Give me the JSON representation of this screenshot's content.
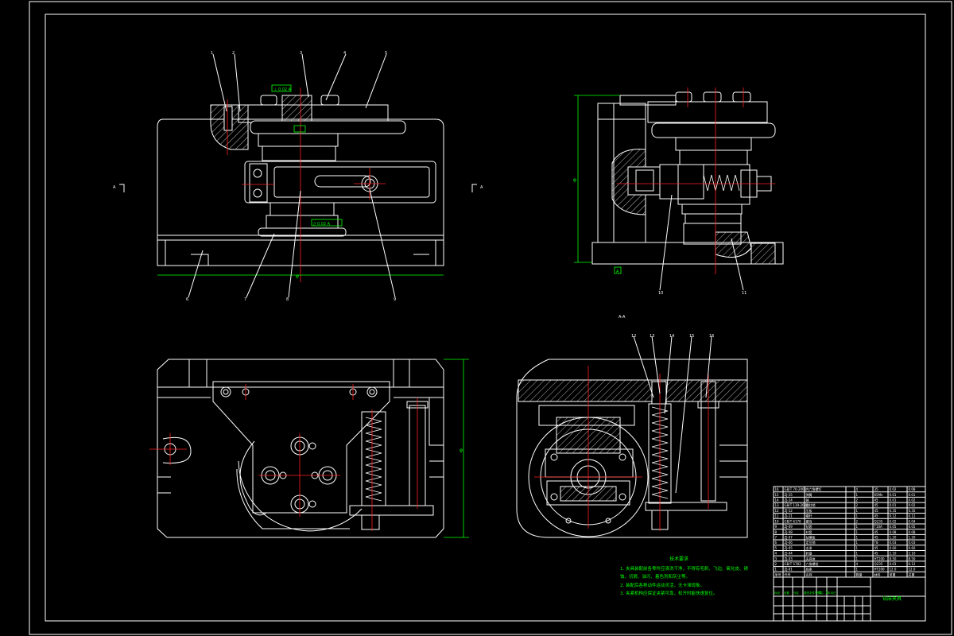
{
  "colors": {
    "background": "#000000",
    "outline": "#ffffff",
    "centerline": "#ff2020",
    "dimension": "#00ff00"
  },
  "section_marker": "A-A",
  "section_cut_left": "A",
  "section_cut_right": "A",
  "datum_label": "A",
  "tolerance_frame_top": "⊥ 0.02 A",
  "tolerance_frame_mid": "// 0.02 A",
  "dim_front_width": "φ",
  "dim_side_height": "φ",
  "dim_top_height": "φ",
  "callouts_front_top": [
    "1",
    "2",
    "3",
    "4",
    "5"
  ],
  "callouts_front_bottom": [
    "6",
    "7",
    "8",
    "9"
  ],
  "callouts_side": [
    "10",
    "11"
  ],
  "callouts_section": [
    "12",
    "13",
    "14",
    "15",
    "16"
  ],
  "tech_req_title": "技术要求",
  "tech_req_lines": [
    "1. 夹具装配前各零件应清洗干净，不得有毛刺、飞边、氧化皮、锈",
    "   蚀、切屑、油污、着色剂和灰尘等。",
    "2. 装配后各移动件运动灵活，无卡滞现象。",
    "3. 夹紧机构应保证夹紧可靠，松开时能快速复位。"
  ],
  "title_block": {
    "drawing_name": "钻床夹具",
    "sheet_scale": "1 : 1",
    "row_labels": [
      "标记",
      "处数",
      "分区",
      "更改文件号",
      "签名",
      "年月日"
    ]
  },
  "bom_rows": [
    [
      "16",
      "GB/T 70-2000",
      "内六角螺钉",
      "4",
      "35",
      "0.02",
      "0.08"
    ],
    [
      "15",
      "ZJ-15",
      "弹簧",
      "1",
      "65Mn",
      "0.01",
      "0.01"
    ],
    [
      "14",
      "ZJ-14",
      "销",
      "2",
      "45",
      "0.01",
      "0.02"
    ],
    [
      "13",
      "GB/T 119-2000",
      "圆柱销",
      "2",
      "45",
      "0.01",
      "0.02"
    ],
    [
      "12",
      "ZJ-12",
      "压板",
      "1",
      "45",
      "0.35",
      "0.35"
    ],
    [
      "11",
      "ZJ-11",
      "螺杆",
      "1",
      "45",
      "0.12",
      "0.12"
    ],
    [
      "10",
      "GB/T 6170",
      "螺母",
      "2",
      "Q235",
      "0.02",
      "0.04"
    ],
    [
      "9",
      "ZJ-09",
      "钻套",
      "1",
      "T10A",
      "0.05",
      "0.05"
    ],
    [
      "8",
      "ZJ-08",
      "衬套",
      "1",
      "45",
      "0.08",
      "0.08"
    ],
    [
      "7",
      "ZJ-07",
      "钻模板",
      "1",
      "45",
      "1.20",
      "1.20"
    ],
    [
      "6",
      "ZJ-06",
      "定位销",
      "1",
      "T8",
      "0.03",
      "0.03"
    ],
    [
      "5",
      "ZJ-05",
      "支承",
      "1",
      "45",
      "0.60",
      "0.60"
    ],
    [
      "4",
      "ZJ-04",
      "转盘",
      "1",
      "45",
      "2.10",
      "2.10"
    ],
    [
      "3",
      "ZJ-03",
      "夹具体",
      "1",
      "HT200",
      "8.50",
      "8.50"
    ],
    [
      "2",
      "GB/T 5783",
      "六角螺栓",
      "4",
      "Q235",
      "0.03",
      "0.12"
    ],
    [
      "1",
      "ZJ-01",
      "底座",
      "1",
      "HT200",
      "12.0",
      "12.0"
    ]
  ],
  "bom_header": [
    "序号",
    "代号",
    "名称",
    "数量",
    "材料",
    "单重",
    "总重"
  ]
}
